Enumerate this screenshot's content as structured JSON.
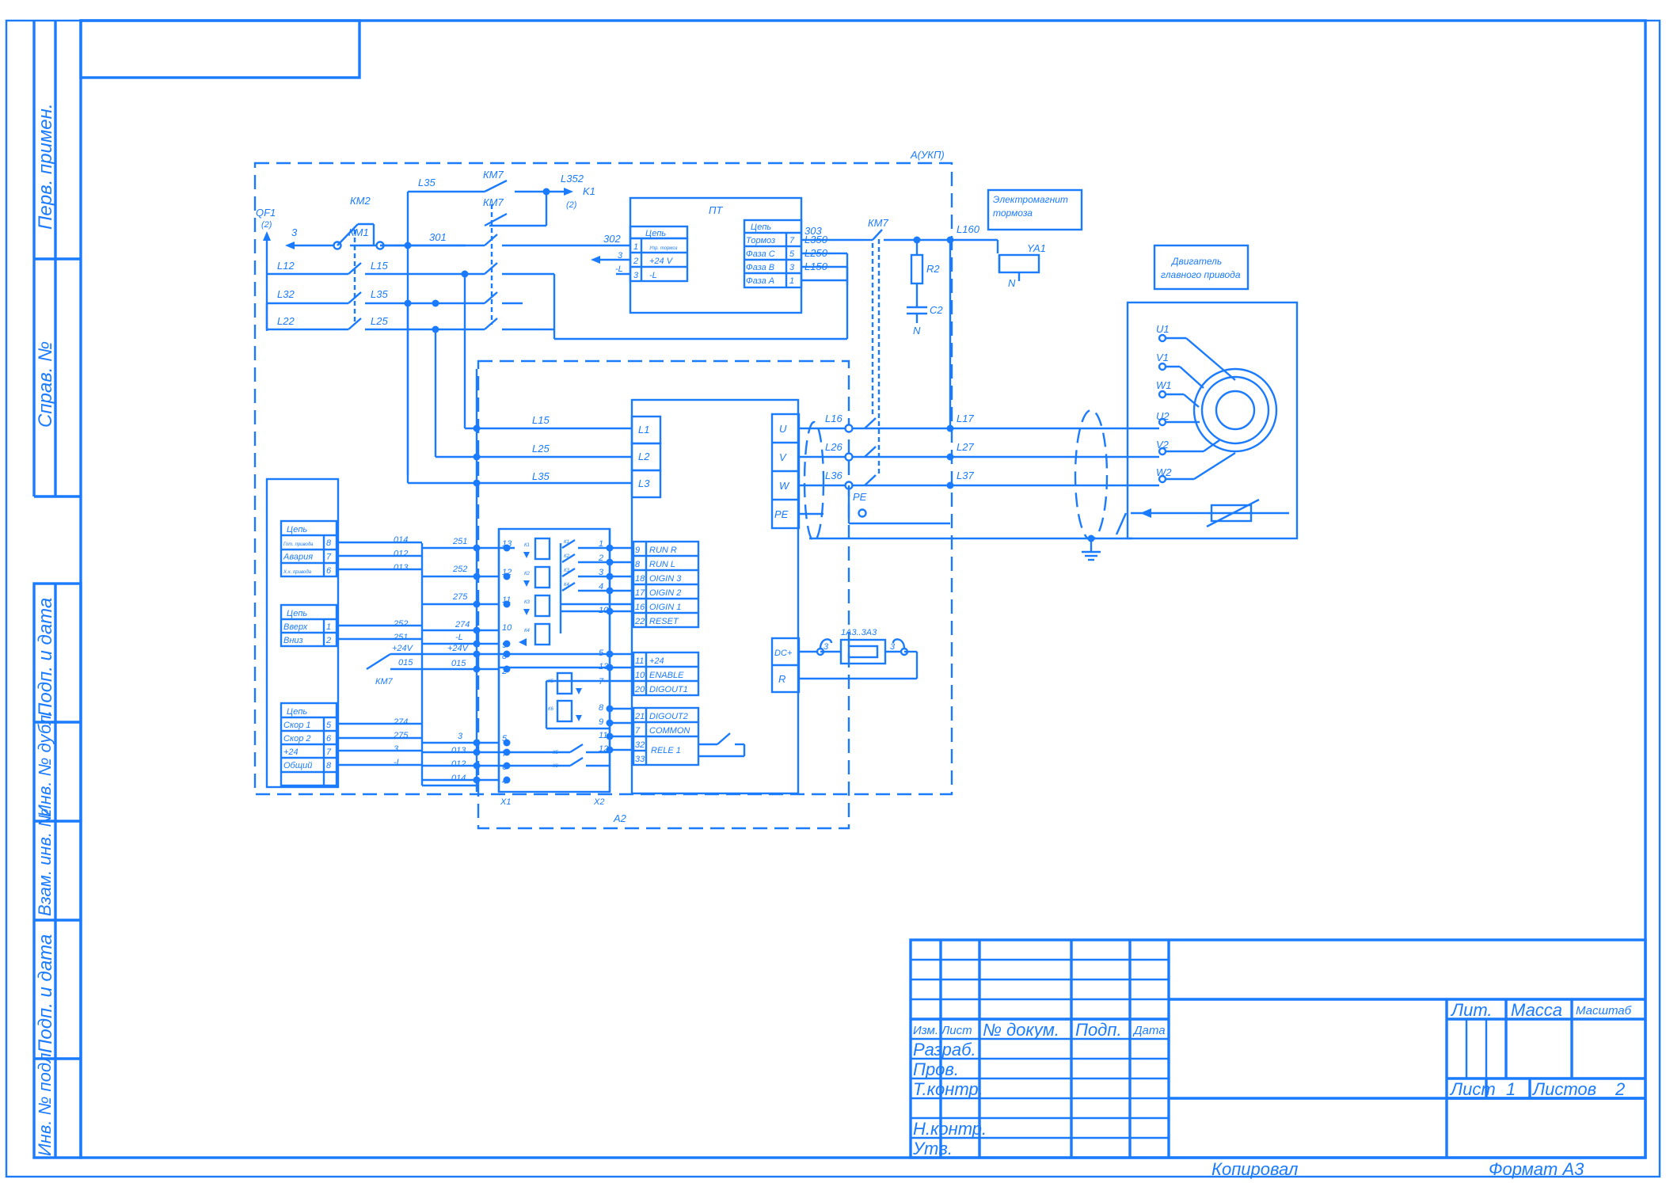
{
  "side_stamps": {
    "perv_primen": "Перв. примен.",
    "sprav_no": "Справ. №",
    "podp_data_1": "Подп. и дата",
    "inv_dubl": "Инв. № дубл.",
    "vzam_inv": "Взам. инв. №",
    "podp_data_2": "Подп. и дата",
    "inv_podl": "Инв. № подл."
  },
  "title_block": {
    "izm": "Изм.",
    "list": "Лист",
    "doc_no": "№ докум.",
    "podp": "Подп.",
    "data": "Дата",
    "razrab": "Разраб.",
    "prov": "Пров.",
    "t_kontr": "Т.контр.",
    "n_kontr": "Н.контр.",
    "utv": "Утв.",
    "lit": "Лит.",
    "massa": "Масса",
    "masshtab": "Масштаб",
    "list_label": "Лист",
    "list_value": "1",
    "listov_label": "Листов",
    "listov_value": "2",
    "kopiroval": "Копировал",
    "format": "Формат  А3"
  },
  "diagram": {
    "a_ukl": "А(УКП)",
    "qf1": "QF1",
    "qf1_ref": "(2)",
    "km2": "КМ2",
    "km1": "КМ1",
    "km7_top": "КМ7",
    "km7_mid": "КМ7",
    "km7_right": "КМ7",
    "km7_low": "КМ7",
    "l35_top": "L35",
    "l352": "L352",
    "k1": "K1",
    "k1_ref": "(2)",
    "wire_3": "3",
    "wire_301": "301",
    "wire_302": "302",
    "wire_303": "303",
    "l12": "L12",
    "l15": "L15",
    "l32": "L32",
    "l35": "L35",
    "l22": "L22",
    "l25": "L25",
    "pt_title": "ПТ",
    "pt_left_head": "Цепь",
    "pt_left_rows": [
      {
        "n": "1",
        "t": "Упр. тормоз"
      },
      {
        "n": "2",
        "t": "+24 V"
      },
      {
        "n": "3",
        "t": "-L"
      }
    ],
    "pt_left_wire_3": "3",
    "pt_left_wire_L": "-L",
    "pt_right_head": "Цепь",
    "pt_right_rows": [
      {
        "t": "Тормоз",
        "n": "7",
        "w": "L350"
      },
      {
        "t": "Фаза С",
        "n": "5",
        "w": "L250"
      },
      {
        "t": "Фаза В",
        "n": "3",
        "w": "L150"
      },
      {
        "t": "Фаза А",
        "n": "1",
        "w": ""
      }
    ],
    "l160": "L160",
    "r2": "R2",
    "c2": "C2",
    "n1": "N",
    "n2": "N",
    "ya1": "YA1",
    "brake_box": "Электромагнит тормоза",
    "motor_box": "Двигатель главного привода",
    "motor_terms": [
      "U1",
      "V1",
      "W1",
      "U2",
      "V2",
      "W2"
    ],
    "l16": "L16",
    "l26": "L26",
    "l36": "L36",
    "l17": "L17",
    "l27": "L27",
    "l37": "L37",
    "pe_label": "PE",
    "inv_in": [
      "L1",
      "L2",
      "L3"
    ],
    "inv_out": [
      "U",
      "V",
      "W",
      "PE"
    ],
    "inv_dc": "DC+",
    "inv_r": "R",
    "res_label": "1А3..3А3",
    "res_left": "3",
    "res_right": "3",
    "bus_l15": "L15",
    "bus_l25": "L25",
    "bus_l35": "L35",
    "g1_head": "Цепь",
    "g1_rows": [
      {
        "t": "Гот. привода",
        "n": "8",
        "w": "014"
      },
      {
        "t": "Авария",
        "n": "7",
        "w": "012"
      },
      {
        "t": "Х.х. привода",
        "n": "6",
        "w": "013"
      }
    ],
    "g2_head": "Цепь",
    "g2_rows": [
      {
        "t": "Вверх",
        "n": "1",
        "w": "252"
      },
      {
        "t": "Вниз",
        "n": "2",
        "w": "251"
      }
    ],
    "g3_head": "Цепь",
    "g3_rows": [
      {
        "t": "Скор 1",
        "n": "5",
        "w": "274"
      },
      {
        "t": "Скор 2",
        "n": "6",
        "w": "275"
      },
      {
        "t": "+24",
        "n": "7",
        "w": "3"
      },
      {
        "t": "Общий",
        "n": "8",
        "w": "-L"
      }
    ],
    "mid_wires": {
      "w251": "251",
      "w252": "252",
      "w275": "275",
      "w274": "274",
      "wL": "-L",
      "w24a": "+24V",
      "w24b": "+24V",
      "w015a": "015",
      "w015b": "015",
      "w3": "3",
      "w013": "013",
      "w012": "012",
      "w014": "014"
    },
    "x1_pins": [
      "13",
      "12",
      "11",
      "10",
      "9",
      "8",
      "2",
      "5",
      "7",
      "6",
      "4"
    ],
    "x2_pins": [
      "1",
      "2",
      "3",
      "4",
      "10",
      "5",
      "13",
      "7",
      "8",
      "9",
      "11",
      "12"
    ],
    "x1_label": "X1",
    "x2_label": "X2",
    "a2_label": "А2",
    "relay_contacts": [
      "К1",
      "К2",
      "К3",
      "К4"
    ],
    "relay_coils": [
      "К1",
      "К2",
      "К3",
      "К4"
    ],
    "relay_k5": "К5",
    "relay_k6": "К6",
    "relay_k5c": "К5",
    "relay_k6c": "К6",
    "inv_ctrl": [
      {
        "n": "9",
        "t": "RUN R"
      },
      {
        "n": "8",
        "t": "RUN L"
      },
      {
        "n": "18",
        "t": "OIGIN 3"
      },
      {
        "n": "17",
        "t": "OIGIN 2"
      },
      {
        "n": "16",
        "t": "OIGIN 1"
      },
      {
        "n": "22",
        "t": "RESET"
      }
    ],
    "inv_ctrl2": [
      {
        "n": "11",
        "t": "+24"
      },
      {
        "n": "10",
        "t": "ENABLE"
      },
      {
        "n": "20",
        "t": "DIGOUT1"
      }
    ],
    "inv_ctrl3": [
      {
        "n": "21",
        "t": "DIGOUT2"
      },
      {
        "n": "7",
        "t": "COMMON"
      },
      {
        "n": "32",
        "t": ""
      },
      {
        "n": "33",
        "t": ""
      }
    ],
    "rele1": "RELE 1"
  }
}
